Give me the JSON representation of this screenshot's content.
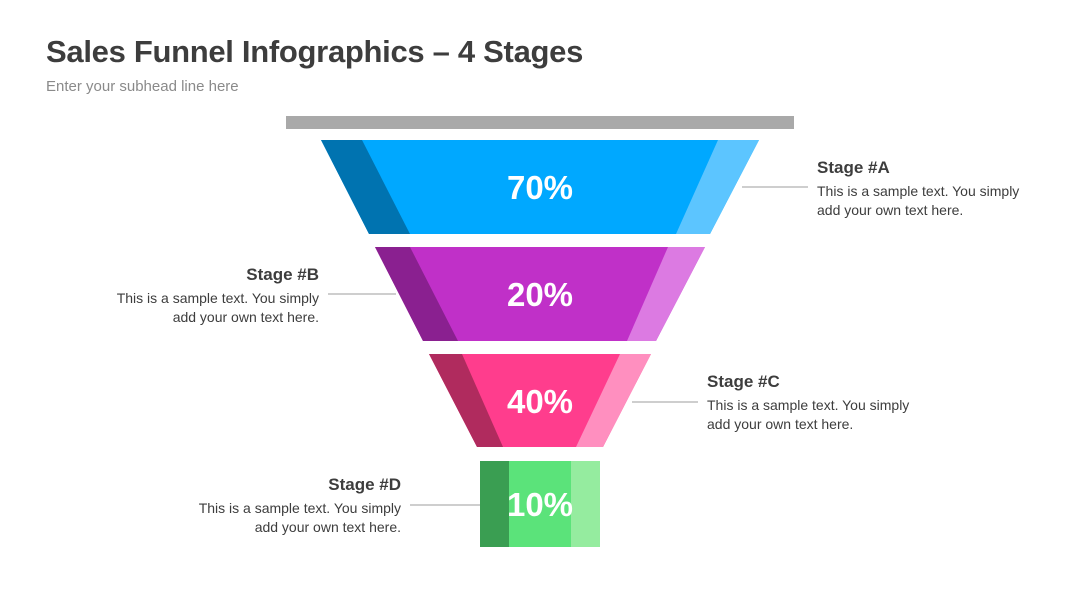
{
  "header": {
    "title": "Sales Funnel Infographics – 4 Stages",
    "subtitle": "Enter your subhead line here"
  },
  "colors": {
    "rim": "#a9a9a9",
    "connector": "#9e9e9e",
    "stage_a": {
      "dark": "#0073b0",
      "main": "#00a8ff",
      "light": "#5cc5ff"
    },
    "stage_b": {
      "dark": "#8a2090",
      "main": "#c030c8",
      "light": "#dc7ae2"
    },
    "stage_c": {
      "dark": "#b02b5e",
      "main": "#ff3d8d",
      "light": "#ff8fbf"
    },
    "stage_d": {
      "dark": "#3a9e52",
      "main": "#5be37a",
      "light": "#95ec9f"
    }
  },
  "stages": [
    {
      "id": "A",
      "percent": "70%",
      "name": "Stage #A",
      "desc_line1": "This is a sample text. You simply",
      "desc_line2": "add your own text here.",
      "side": "right"
    },
    {
      "id": "B",
      "percent": "20%",
      "name": "Stage #B",
      "desc_line1": "This is a sample text. You simply",
      "desc_line2": "add your own text here.",
      "side": "left"
    },
    {
      "id": "C",
      "percent": "40%",
      "name": "Stage #C",
      "desc_line1": "This is a sample text. You simply",
      "desc_line2": "add your own text here.",
      "side": "right"
    },
    {
      "id": "D",
      "percent": "10%",
      "name": "Stage #D",
      "desc_line1": "This is a sample text. You simply",
      "desc_line2": "add your own text here.",
      "side": "left"
    }
  ]
}
